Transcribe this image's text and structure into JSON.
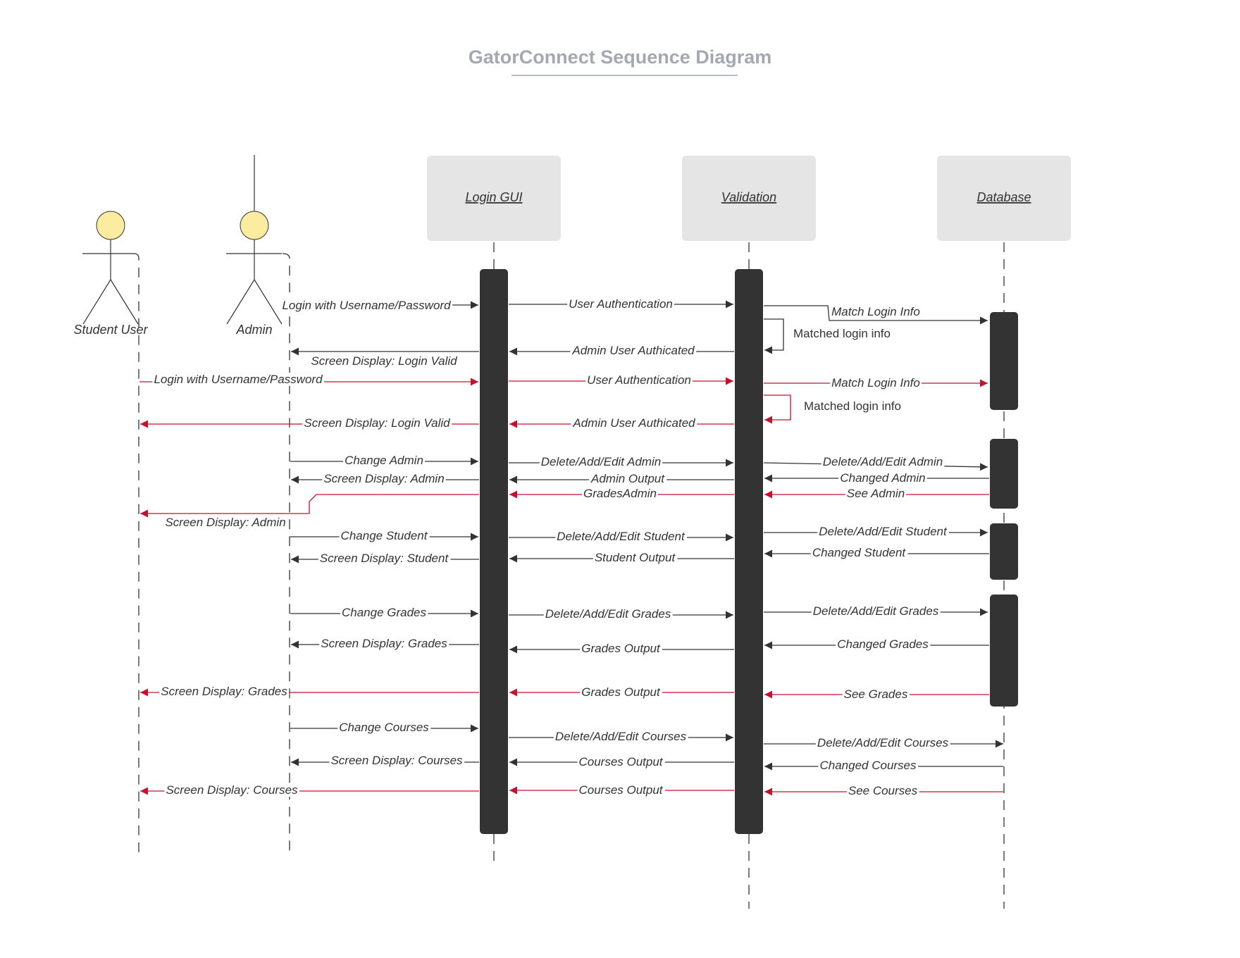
{
  "title": "GatorConnect Sequence Diagram",
  "colors": {
    "black_message": "#333333",
    "red_message": "#c8102e",
    "actor_head": "#fcec9f",
    "participant_fill": "#e5e5e5",
    "title": "#a3a9b1"
  },
  "actors": [
    {
      "id": "student",
      "label": "Student User"
    },
    {
      "id": "admin",
      "label": "Admin"
    }
  ],
  "participants": [
    {
      "id": "gui",
      "label": "Login GUI"
    },
    {
      "id": "validation",
      "label": "Validation"
    },
    {
      "id": "database",
      "label": "Database"
    }
  ],
  "messages": [
    {
      "label": "Login with Username/Password",
      "color": "black"
    },
    {
      "label": "User Authentication",
      "color": "black"
    },
    {
      "label": "Match Login Info",
      "color": "black"
    },
    {
      "label": "Matched login info",
      "color": "black"
    },
    {
      "label": "Admin User Authicated",
      "color": "black"
    },
    {
      "label": "Screen Display: Login Valid",
      "color": "black"
    },
    {
      "label": "Login with Username/Password",
      "color": "red"
    },
    {
      "label": "User Authentication",
      "color": "red"
    },
    {
      "label": "Match Login Info",
      "color": "red"
    },
    {
      "label": "Matched login info",
      "color": "red"
    },
    {
      "label": "Admin User Authicated",
      "color": "red"
    },
    {
      "label": "Screen Display: Login Valid",
      "color": "red"
    },
    {
      "label": "Change Admin",
      "color": "black"
    },
    {
      "label": "Delete/Add/Edit Admin",
      "color": "black"
    },
    {
      "label": "Delete/Add/Edit Admin",
      "color": "black"
    },
    {
      "label": "Changed Admin",
      "color": "black"
    },
    {
      "label": "Admin Output",
      "color": "black"
    },
    {
      "label": "Screen Display: Admin",
      "color": "black"
    },
    {
      "label": "See Admin",
      "color": "red"
    },
    {
      "label": "GradesAdmin",
      "color": "red"
    },
    {
      "label": "Screen Display: Admin",
      "color": "red"
    },
    {
      "label": "Change Student",
      "color": "black"
    },
    {
      "label": "Delete/Add/Edit Student",
      "color": "black"
    },
    {
      "label": "Delete/Add/Edit Student",
      "color": "black"
    },
    {
      "label": "Changed Student",
      "color": "black"
    },
    {
      "label": "Student Output",
      "color": "black"
    },
    {
      "label": "Screen Display: Student",
      "color": "black"
    },
    {
      "label": "Change Grades",
      "color": "black"
    },
    {
      "label": "Delete/Add/Edit Grades",
      "color": "black"
    },
    {
      "label": "Delete/Add/Edit Grades",
      "color": "black"
    },
    {
      "label": "Changed Grades",
      "color": "black"
    },
    {
      "label": "Grades Output",
      "color": "black"
    },
    {
      "label": "Screen Display: Grades",
      "color": "black"
    },
    {
      "label": "See Grades",
      "color": "red"
    },
    {
      "label": "Grades Output",
      "color": "red"
    },
    {
      "label": "Screen Display: Grades",
      "color": "red"
    },
    {
      "label": "Change Courses",
      "color": "black"
    },
    {
      "label": "Delete/Add/Edit Courses",
      "color": "black"
    },
    {
      "label": "Delete/Add/Edit Courses",
      "color": "black"
    },
    {
      "label": "Changed Courses",
      "color": "black"
    },
    {
      "label": "Screen Display: Courses",
      "color": "black"
    },
    {
      "label": "Courses Output",
      "color": "black"
    },
    {
      "label": "See Courses",
      "color": "red"
    },
    {
      "label": "Courses Output",
      "color": "red"
    },
    {
      "label": "Screen Display: Courses",
      "color": "red"
    }
  ]
}
